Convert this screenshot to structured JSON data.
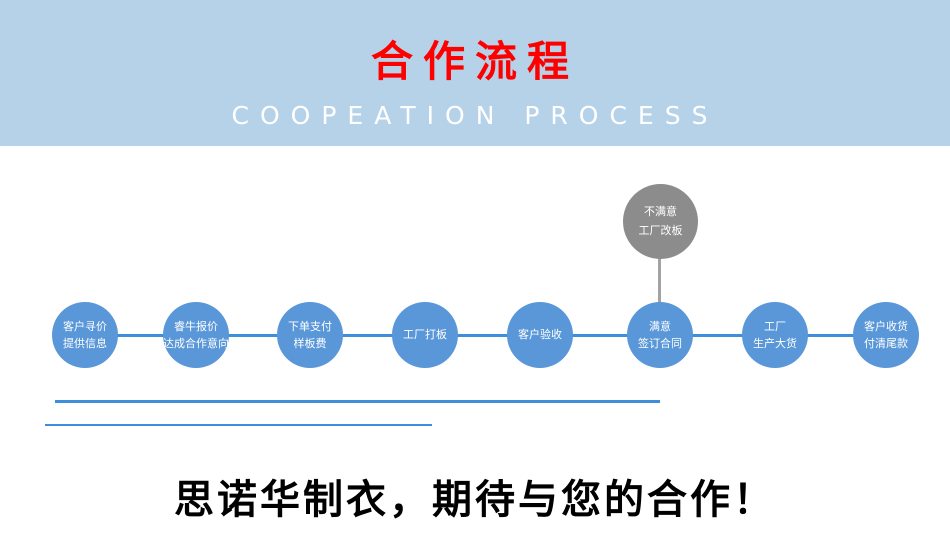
{
  "header": {
    "title": "合作流程",
    "subtitle": "COOPEATION PROCESS"
  },
  "colors": {
    "banner_bg": "#b5d2e9",
    "title_red": "#fe0000",
    "node_blue": "#5997d8",
    "node_gray": "#8c8c8c",
    "line_blue": "#3e8ede"
  },
  "flow": {
    "branch": {
      "line1": "不满意",
      "line2": "工厂改板"
    },
    "steps": [
      {
        "line1": "客户寻价",
        "line2": "提供信息"
      },
      {
        "line1": "睿牛报价",
        "line2": "达成合作意向"
      },
      {
        "line1": "下单支付",
        "line2": "样板费"
      },
      {
        "line1": "工厂打板",
        "line2": ""
      },
      {
        "line1": "客户验收",
        "line2": ""
      },
      {
        "line1": "满意",
        "line2": "签订合同"
      },
      {
        "line1": "工厂",
        "line2": "生产大货"
      },
      {
        "line1": "客户收货",
        "line2": "付清尾款"
      }
    ]
  },
  "footer": {
    "slogan": "思诺华制衣，期待与您的合作！"
  }
}
